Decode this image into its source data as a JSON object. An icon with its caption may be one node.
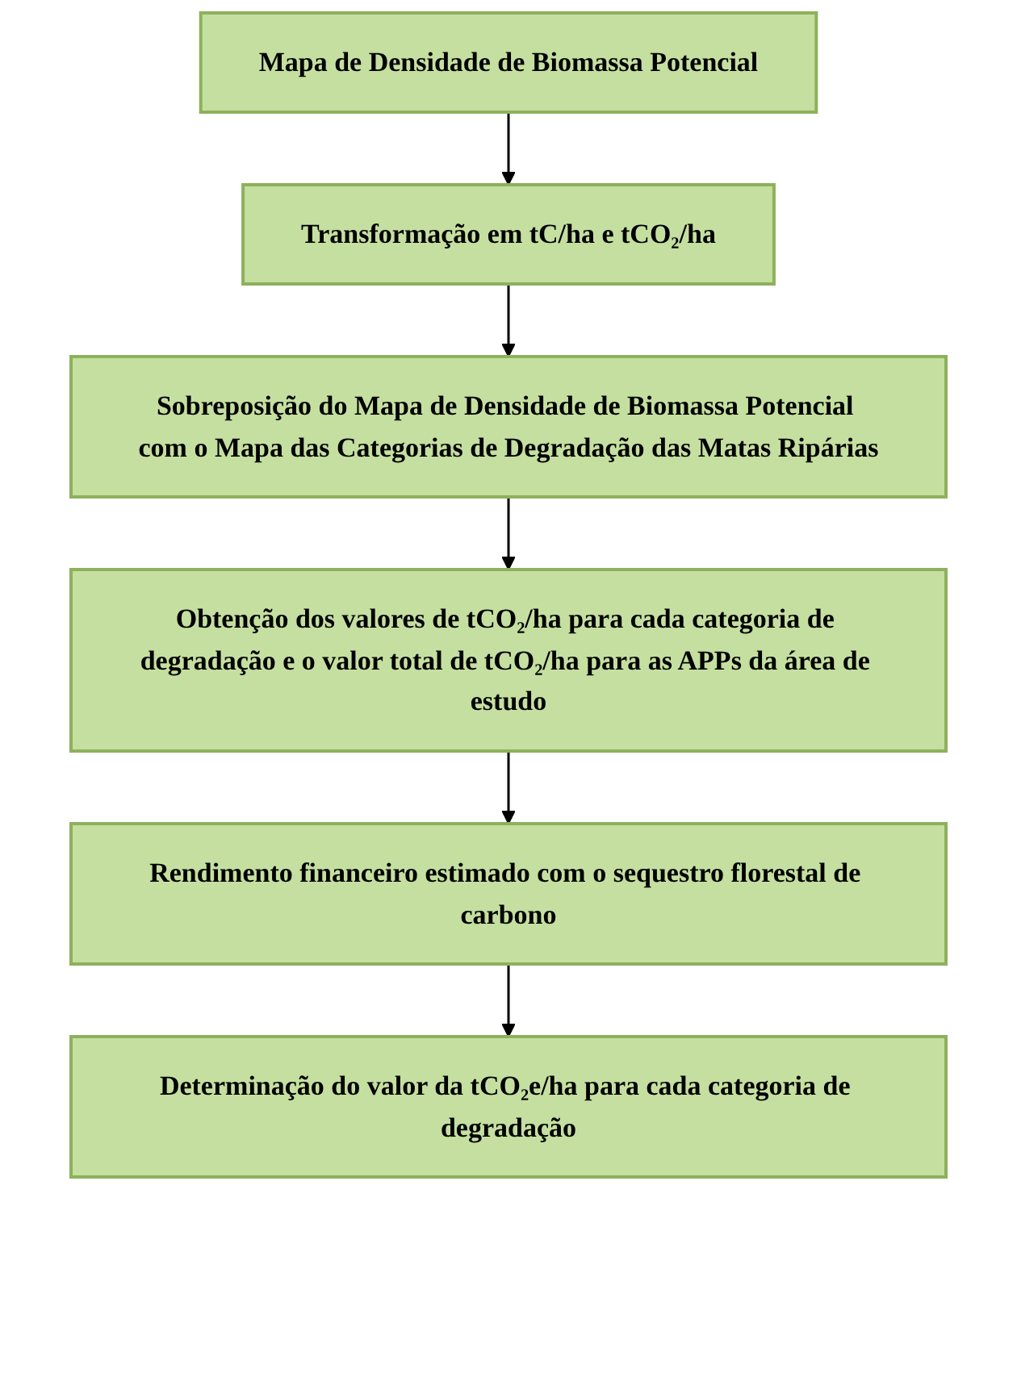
{
  "diagram": {
    "nodes": [
      {
        "text": [
          "Mapa de Densidade de Biomassa Potencial"
        ]
      },
      {
        "text": [
          "Transformação em tC/ha e tCO₂/ha"
        ]
      },
      {
        "text": [
          "Sobreposição do Mapa de Densidade de Biomassa Potencial com o Mapa das Categorias de Degradação das Matas Ripárias"
        ]
      },
      {
        "text": [
          "Obtenção dos valores de tCO₂/ha para cada categoria de degradação e o valor total de tCO₂/ha para as APPs da área de estudo"
        ]
      },
      {
        "text": [
          "Rendimento financeiro estimado com o sequestro florestal de carbono"
        ]
      },
      {
        "text": [
          "Determinação do valor da tCO₂e/ha para cada categoria de degradação"
        ]
      }
    ],
    "edges": [
      {
        "from": 0,
        "to": 1,
        "arrow": "to"
      },
      {
        "from": 1,
        "to": 2,
        "arrow": "to"
      },
      {
        "from": 2,
        "to": 3,
        "arrow": "to"
      },
      {
        "from": 3,
        "to": 4,
        "arrow": "to"
      },
      {
        "from": 4,
        "to": 5,
        "arrow": "to"
      }
    ]
  }
}
